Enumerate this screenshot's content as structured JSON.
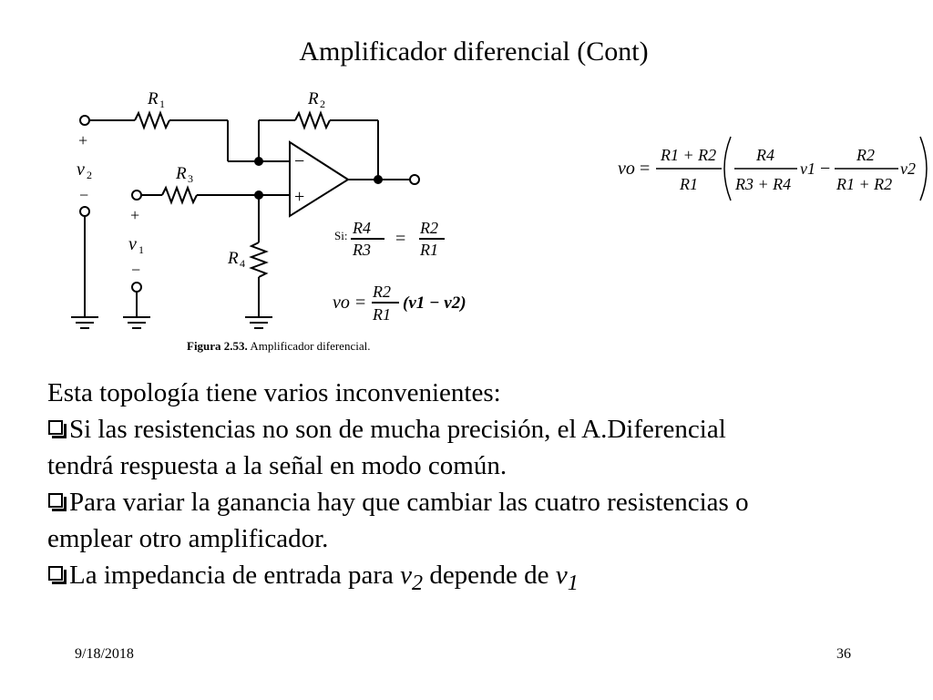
{
  "slide": {
    "title": "Amplificador diferencial (Cont)",
    "date": "9/18/2018",
    "page_number": "36"
  },
  "figure": {
    "caption_label": "Figura 2.53.",
    "caption_text": "Amplificador diferencial.",
    "components": {
      "r1": "R",
      "r1_sub": "1",
      "r2": "R",
      "r2_sub": "2",
      "r3": "R",
      "r3_sub": "3",
      "r4": "R",
      "r4_sub": "4",
      "v2": "v",
      "v2_sub": "2",
      "v1": "v",
      "v1_sub": "1",
      "plus": "+",
      "minus": "−"
    },
    "condition_label": "Si:",
    "condition": {
      "lhs_num": "R4",
      "lhs_den": "R3",
      "eq": "=",
      "rhs_num": "R2",
      "rhs_den": "R1"
    },
    "output_eq": {
      "lhs": "vo",
      "eq": "=",
      "num": "R2",
      "den": "R1",
      "factor": "(v1 − v2)"
    }
  },
  "formula": {
    "lhs": "vo",
    "eq": "=",
    "f1_num": "R1 + R2",
    "f1_den": "R1",
    "f2_num": "R4",
    "f2_den": "R3 + R4",
    "v1": "v1",
    "minus": "−",
    "f3_num": "R2",
    "f3_den": "R1 + R2",
    "v2": "v2"
  },
  "content": {
    "intro": "Esta topología tiene varios inconvenientes:",
    "bullet1_line1": "Si las resistencias no son de mucha precisión, el A.Diferencial",
    "bullet1_line2": "tendrá respuesta a la señal en modo común.",
    "bullet2_line1": "Para variar la ganancia hay que cambiar las cuatro resistencias o",
    "bullet2_line2": "emplear otro amplificador.",
    "bullet3_prefix": "La impedancia de entrada para ",
    "bullet3_v2": "v",
    "bullet3_v2_sub": "2",
    "bullet3_mid": " depende de ",
    "bullet3_v1": "v",
    "bullet3_v1_sub": "1"
  }
}
